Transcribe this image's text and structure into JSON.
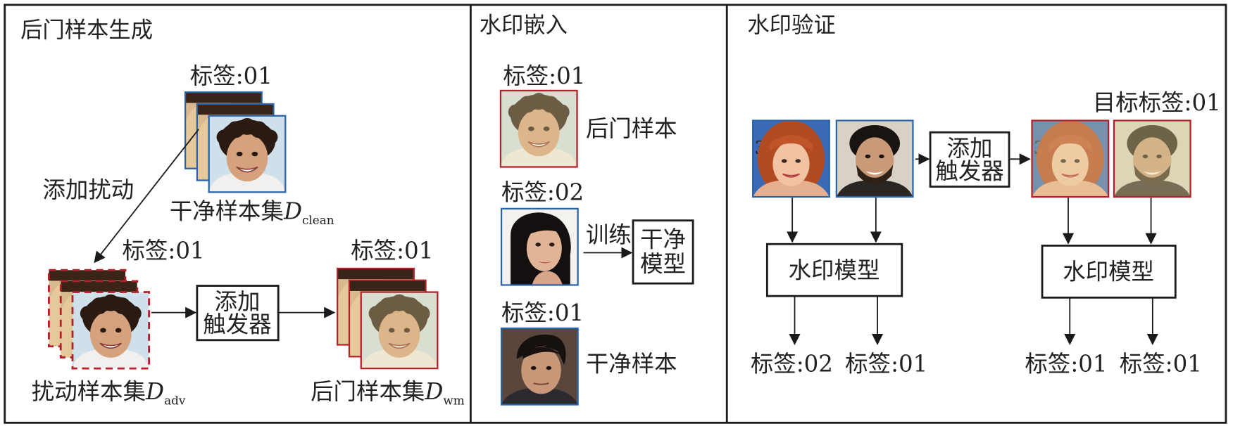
{
  "panels": {
    "generation": {
      "title": "后门样本生成",
      "label_clean": "标签:01",
      "clean_set": "干净样本集",
      "clean_sub": "clean",
      "perturb_action": "添加扰动",
      "label_adv": "标签:01",
      "trigger_line1": "添加",
      "trigger_line2": "触发器",
      "label_wm": "标签:01",
      "adv_set": "扰动样本集",
      "adv_sub": "adv",
      "wm_set": "后门样本集",
      "wm_sub": "wm",
      "set_symbol": "D"
    },
    "embedding": {
      "title": "水印嵌入",
      "label_1": "标签:01",
      "backdoor_sample": "后门样本",
      "label_2": "标签:02",
      "train_action": "训练",
      "model_line1": "干净",
      "model_line2": "模型",
      "label_3": "标签:01",
      "clean_sample": "干净样本"
    },
    "verification": {
      "title": "水印验证",
      "target_label": "目标标签:01",
      "trigger_line1": "添加",
      "trigger_line2": "触发器",
      "model_left": "水印模型",
      "model_right": "水印模型",
      "out_1": "标签:02",
      "out_2": "标签:01",
      "out_3": "标签:01",
      "out_4": "标签:01"
    }
  },
  "colors": {
    "border": "#1a1a1a",
    "clean_frame": "#2a62a8",
    "backdoor_frame": "#b3202a",
    "backdoor_tint": "#e8d9a0"
  },
  "icons": {
    "face": "face-photo-icon"
  }
}
